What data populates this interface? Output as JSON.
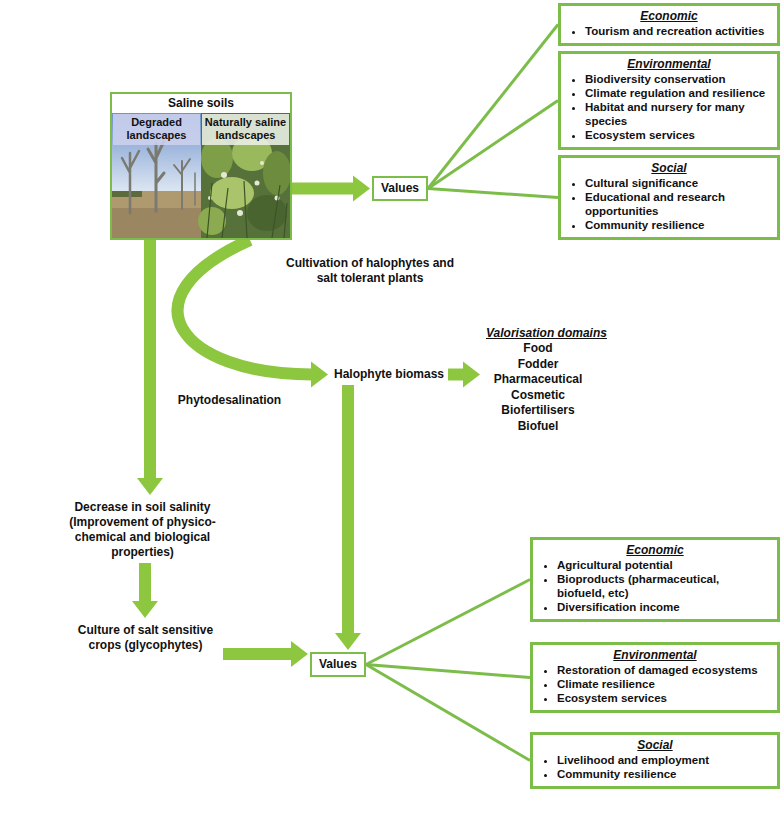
{
  "diagram": {
    "nodes": [
      {
        "text": [
          "Saline soils"
        ]
      },
      {
        "text": [
          "Degraded landscapes"
        ],
        "in": 0
      },
      {
        "text": [
          "Naturally saline landscapes"
        ],
        "in": 0
      },
      {
        "text": [
          "Values"
        ]
      },
      {
        "text": [
          "Economic",
          "Tourism and recreation activities"
        ]
      },
      {
        "text": [
          "Environmental",
          "Biodiversity conservation",
          "Climate regulation and resilience",
          "Habitat and nursery for many species",
          "Ecosystem services"
        ]
      },
      {
        "text": [
          "Social",
          "Cultural significance",
          "Educational and research opportunities",
          "Community resilience"
        ]
      },
      {
        "text": [
          "Halophyte biomass"
        ]
      },
      {
        "text": [
          "Valorisation domains",
          "Food",
          "Fodder",
          "Pharmaceutical",
          "Cosmetic",
          "Biofertilisers",
          "Biofuel"
        ]
      },
      {
        "text": [
          "Decrease in soil salinity (Improvement of physico-chemical and biological properties)"
        ]
      },
      {
        "text": [
          "Culture of salt sensitive crops (glycophytes)"
        ]
      },
      {
        "text": [
          "Values"
        ]
      },
      {
        "text": [
          "Economic",
          "Agricultural potential",
          "Bioproducts (pharmaceutical, biofueld, etc)",
          "Diversification income"
        ]
      },
      {
        "text": [
          "Environmental",
          "Restoration of damaged ecosystems",
          "Climate resilience",
          "Ecosystem services"
        ]
      },
      {
        "text": [
          "Social",
          "Livelihood and employment",
          "Community resilience"
        ]
      }
    ],
    "edges": [
      {
        "from": 0,
        "to": 3,
        "arrow": "to"
      },
      {
        "from": 3,
        "to": 4,
        "arrow": "none"
      },
      {
        "from": 3,
        "to": 5,
        "arrow": "none"
      },
      {
        "from": 3,
        "to": 6,
        "arrow": "none"
      },
      {
        "from": 0,
        "to": 7,
        "arrow": "to"
      },
      {
        "from": 7,
        "to": 8,
        "arrow": "to"
      },
      {
        "from": 0,
        "to": 9,
        "arrow": "to"
      },
      {
        "from": 9,
        "to": 10,
        "arrow": "to"
      },
      {
        "from": 7,
        "to": 11,
        "arrow": "to"
      },
      {
        "from": 10,
        "to": 11,
        "arrow": "to"
      },
      {
        "from": 11,
        "to": 12,
        "arrow": "none"
      },
      {
        "from": 11,
        "to": 13,
        "arrow": "none"
      },
      {
        "from": 11,
        "to": 14,
        "arrow": "none"
      }
    ],
    "labels": [
      "Cultivation of halophytes and salt tolerant plants",
      "Phytodesalination"
    ]
  }
}
